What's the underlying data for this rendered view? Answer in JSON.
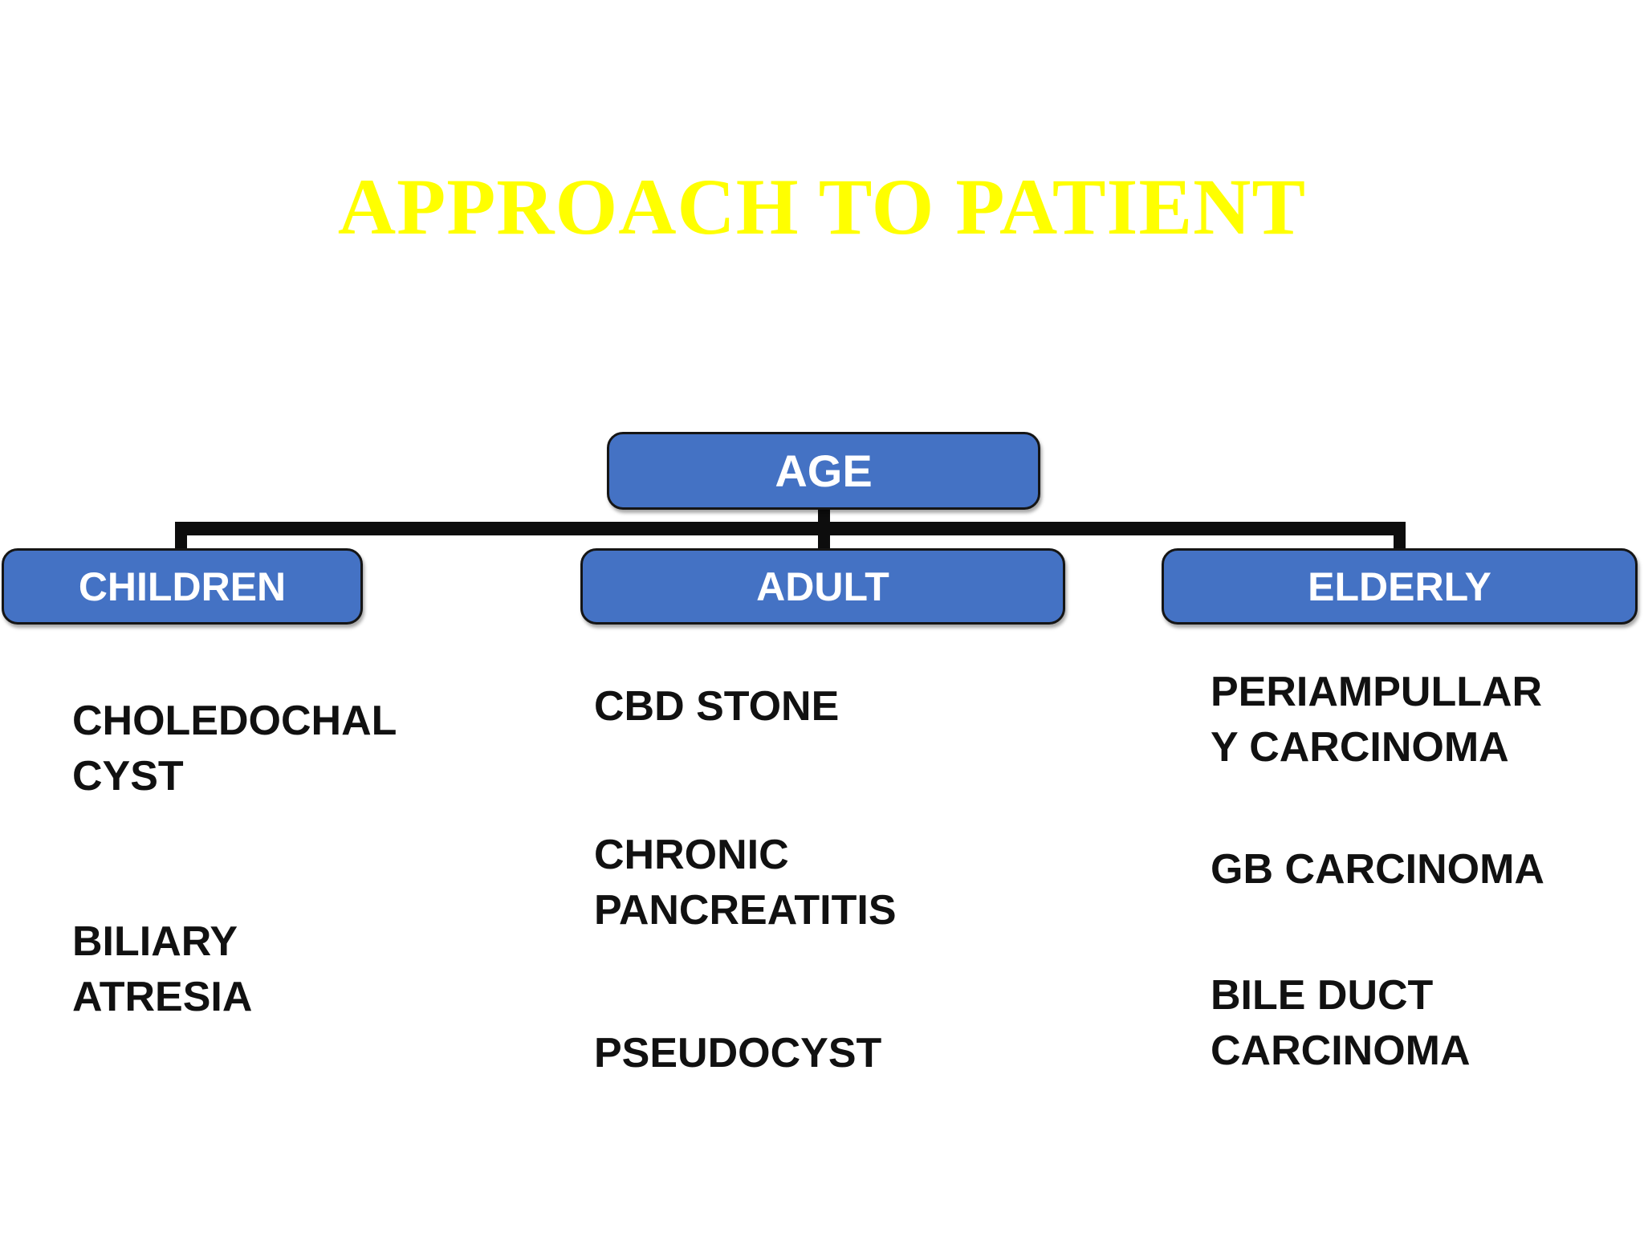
{
  "title": {
    "text": "APPROACH TO PATIENT"
  },
  "diagram": {
    "root": {
      "label": "AGE"
    },
    "branches": [
      {
        "label": "CHILDREN",
        "items": [
          {
            "lines": [
              "CHOLEDOCHAL",
              "CYST"
            ]
          },
          {
            "lines": [
              "BILIARY",
              "ATRESIA"
            ]
          }
        ]
      },
      {
        "label": "ADULT",
        "items": [
          {
            "lines": [
              "CBD STONE"
            ]
          },
          {
            "lines": [
              "CHRONIC",
              "PANCREATITIS"
            ]
          },
          {
            "lines": [
              "PSEUDOCYST"
            ]
          }
        ]
      },
      {
        "label": "ELDERLY",
        "items": [
          {
            "lines": [
              "PERIAMPULLAR",
              "Y CARCINOMA"
            ]
          },
          {
            "lines": [
              "GB CARCINOMA"
            ]
          },
          {
            "lines": [
              "BILE DUCT",
              "CARCINOMA"
            ]
          }
        ]
      }
    ]
  },
  "colors": {
    "background": "#FFFFFF",
    "title": "#FFFF00",
    "box_fill": "#4472C4",
    "box_border": "#151515",
    "box_text": "#FFFFFF",
    "connector": "#0D0D0D",
    "item_text": "#111111"
  }
}
